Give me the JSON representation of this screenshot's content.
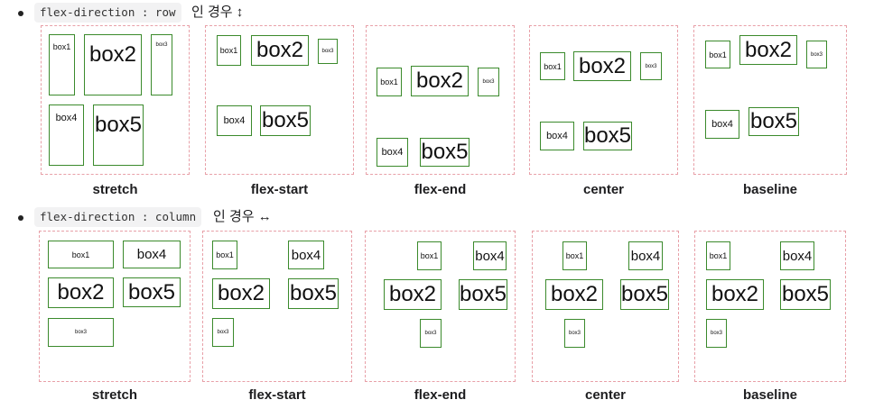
{
  "sections": [
    {
      "code": "flex-direction : row",
      "suffix": "인 경우 ↕",
      "captions": [
        "stretch",
        "flex-start",
        "flex-end",
        "center",
        "baseline"
      ]
    },
    {
      "code": "flex-direction : column",
      "suffix": "인 경우 ↔",
      "captions": [
        "stretch",
        "flex-start",
        "flex-end",
        "center",
        "baseline"
      ]
    }
  ],
  "box_labels": [
    "box1",
    "box2",
    "box3",
    "box4",
    "box5"
  ],
  "colors": {
    "box_border": "#3b8a2c",
    "panel_border": "#e8a0a8",
    "code_bg": "#f2f2f3"
  }
}
